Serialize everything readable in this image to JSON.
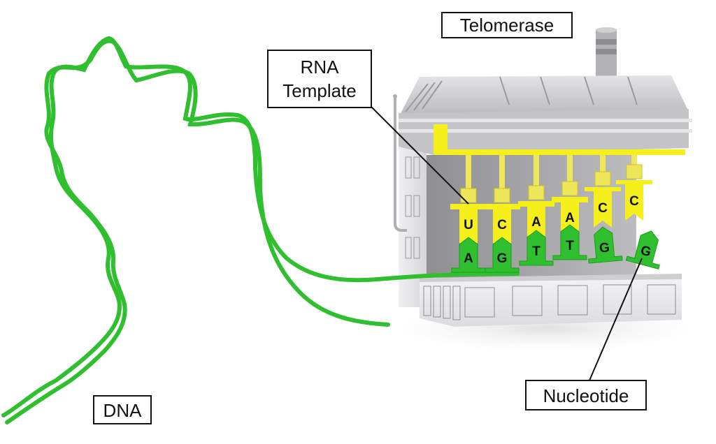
{
  "labels": {
    "telomerase": "Telomerase",
    "rna_template_line1": "RNA",
    "rna_template_line2": "Template",
    "nucleotide": "Nucleotide",
    "dna": "DNA"
  },
  "colors": {
    "dna_green": "#2fbf2f",
    "template_yellow": "#f5ef1c",
    "machine_gray": "#c9c9cb",
    "label_border": "#111111"
  },
  "template_bases": [
    "U",
    "C",
    "A",
    "A",
    "C",
    "C"
  ],
  "paired_bases": [
    "A",
    "G",
    "T",
    "T",
    "G",
    "G"
  ]
}
